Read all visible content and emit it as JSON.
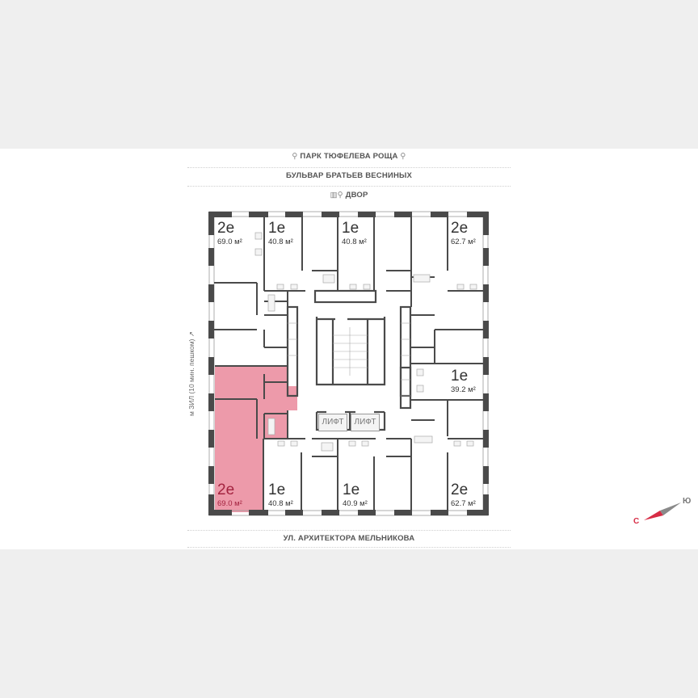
{
  "header": {
    "park_label": "ПАРК ТЮФЕЛЕВА РОЩА",
    "boulevard_label": "БУЛЬВАР БРАТЬЕВ ВЕСНИНЫХ",
    "yard_label": "ДВОР"
  },
  "footer": {
    "street_label": "УЛ. АРХИТЕКТОРА МЕЛЬНИКОВА"
  },
  "side": {
    "metro_label": "м ЗИЛ (10 мин. пешком)"
  },
  "compass": {
    "south": "С",
    "north": "Ю",
    "accent_color": "#d72c45"
  },
  "core": {
    "lift1": "ЛИФТ",
    "lift2": "ЛИФТ"
  },
  "colors": {
    "wall": "#4a4a4a",
    "selected_fill": "#ed9aaa",
    "selected_text": "#a3233f"
  },
  "apartments": [
    {
      "type": "2e",
      "area": "69.0 м²",
      "position": "top-left",
      "selected": false
    },
    {
      "type": "1e",
      "area": "40.8 м²",
      "position": "top-2",
      "selected": false
    },
    {
      "type": "1e",
      "area": "40.8 м²",
      "position": "top-3",
      "selected": false
    },
    {
      "type": "2e",
      "area": "62.7 м²",
      "position": "top-right",
      "selected": false
    },
    {
      "type": "1e",
      "area": "39.2 м²",
      "position": "right-middle",
      "selected": false
    },
    {
      "type": "2e",
      "area": "62.7 м²",
      "position": "bottom-right",
      "selected": false
    },
    {
      "type": "1e",
      "area": "40.9 м²",
      "position": "bottom-3",
      "selected": false
    },
    {
      "type": "1e",
      "area": "40.8 м²",
      "position": "bottom-2",
      "selected": false
    },
    {
      "type": "2e",
      "area": "69.0 м²",
      "position": "bottom-left",
      "selected": true
    }
  ]
}
